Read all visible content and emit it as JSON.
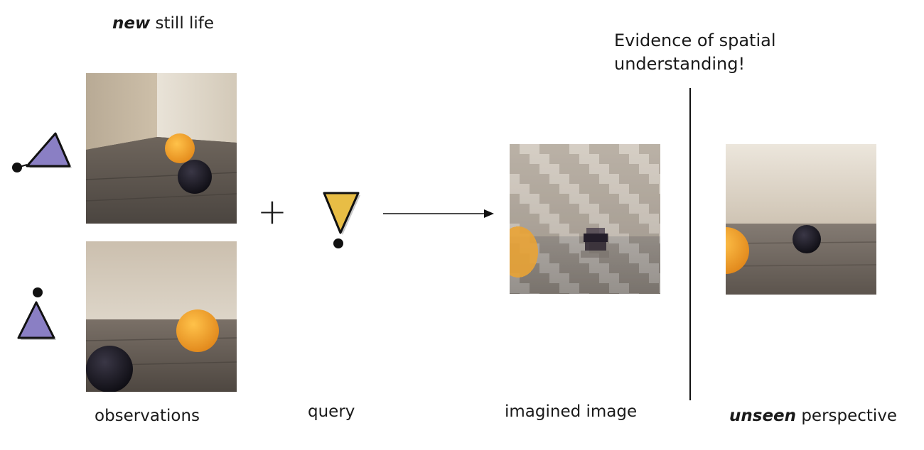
{
  "header": {
    "title_emphasis": "new",
    "title_rest": " still life"
  },
  "annotation": {
    "line1": "Evidence of spatial",
    "line2": "understanding!"
  },
  "operators": {
    "plus": "+"
  },
  "labels": {
    "observations": "observations",
    "query": "query",
    "imagined": "imagined image",
    "unseen_emphasis": "unseen",
    "unseen_rest": " perspective"
  },
  "colors": {
    "observer_marker": "#8a7fc4",
    "query_marker": "#e8bd45",
    "orange_fruit": "#f2a526",
    "plum_fruit": "#17151c",
    "wall": "#d8cfc0",
    "table": "#5f5750"
  },
  "icons": {
    "observer": "triangle-camera-icon",
    "query": "inverted-triangle-camera-icon",
    "arrow": "right-arrow-icon"
  }
}
